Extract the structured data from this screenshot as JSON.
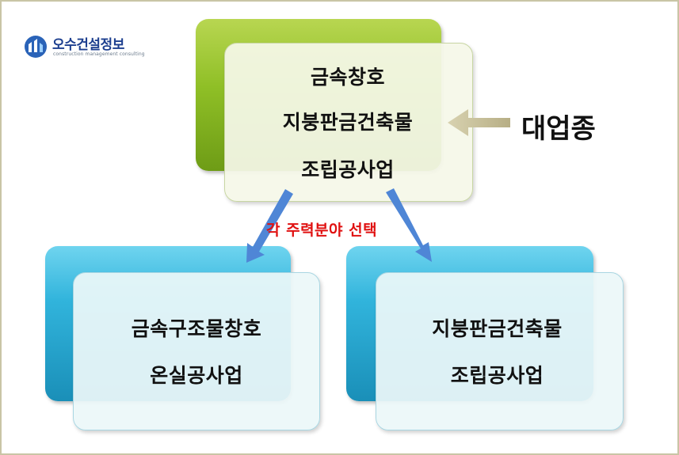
{
  "logo": {
    "title": "오수건설정보",
    "subtitle": "construction management consulting"
  },
  "top_box": {
    "lines": [
      "금속창호",
      "지붕판금건축물",
      "조립공사업"
    ]
  },
  "side_label": "대업종",
  "connector_label": "각 주력분야 선택",
  "left_box": {
    "lines": [
      "금속구조물창호",
      "온실공사업"
    ]
  },
  "right_box": {
    "lines": [
      "지붕판금건축물",
      "조립공사업"
    ]
  },
  "colors": {
    "green": "#8fbf26",
    "blue": "#31b4dc",
    "arrow_blue": "#4f86d6",
    "arrow_tan": "#c4bd97",
    "accent_red": "#e01010"
  }
}
